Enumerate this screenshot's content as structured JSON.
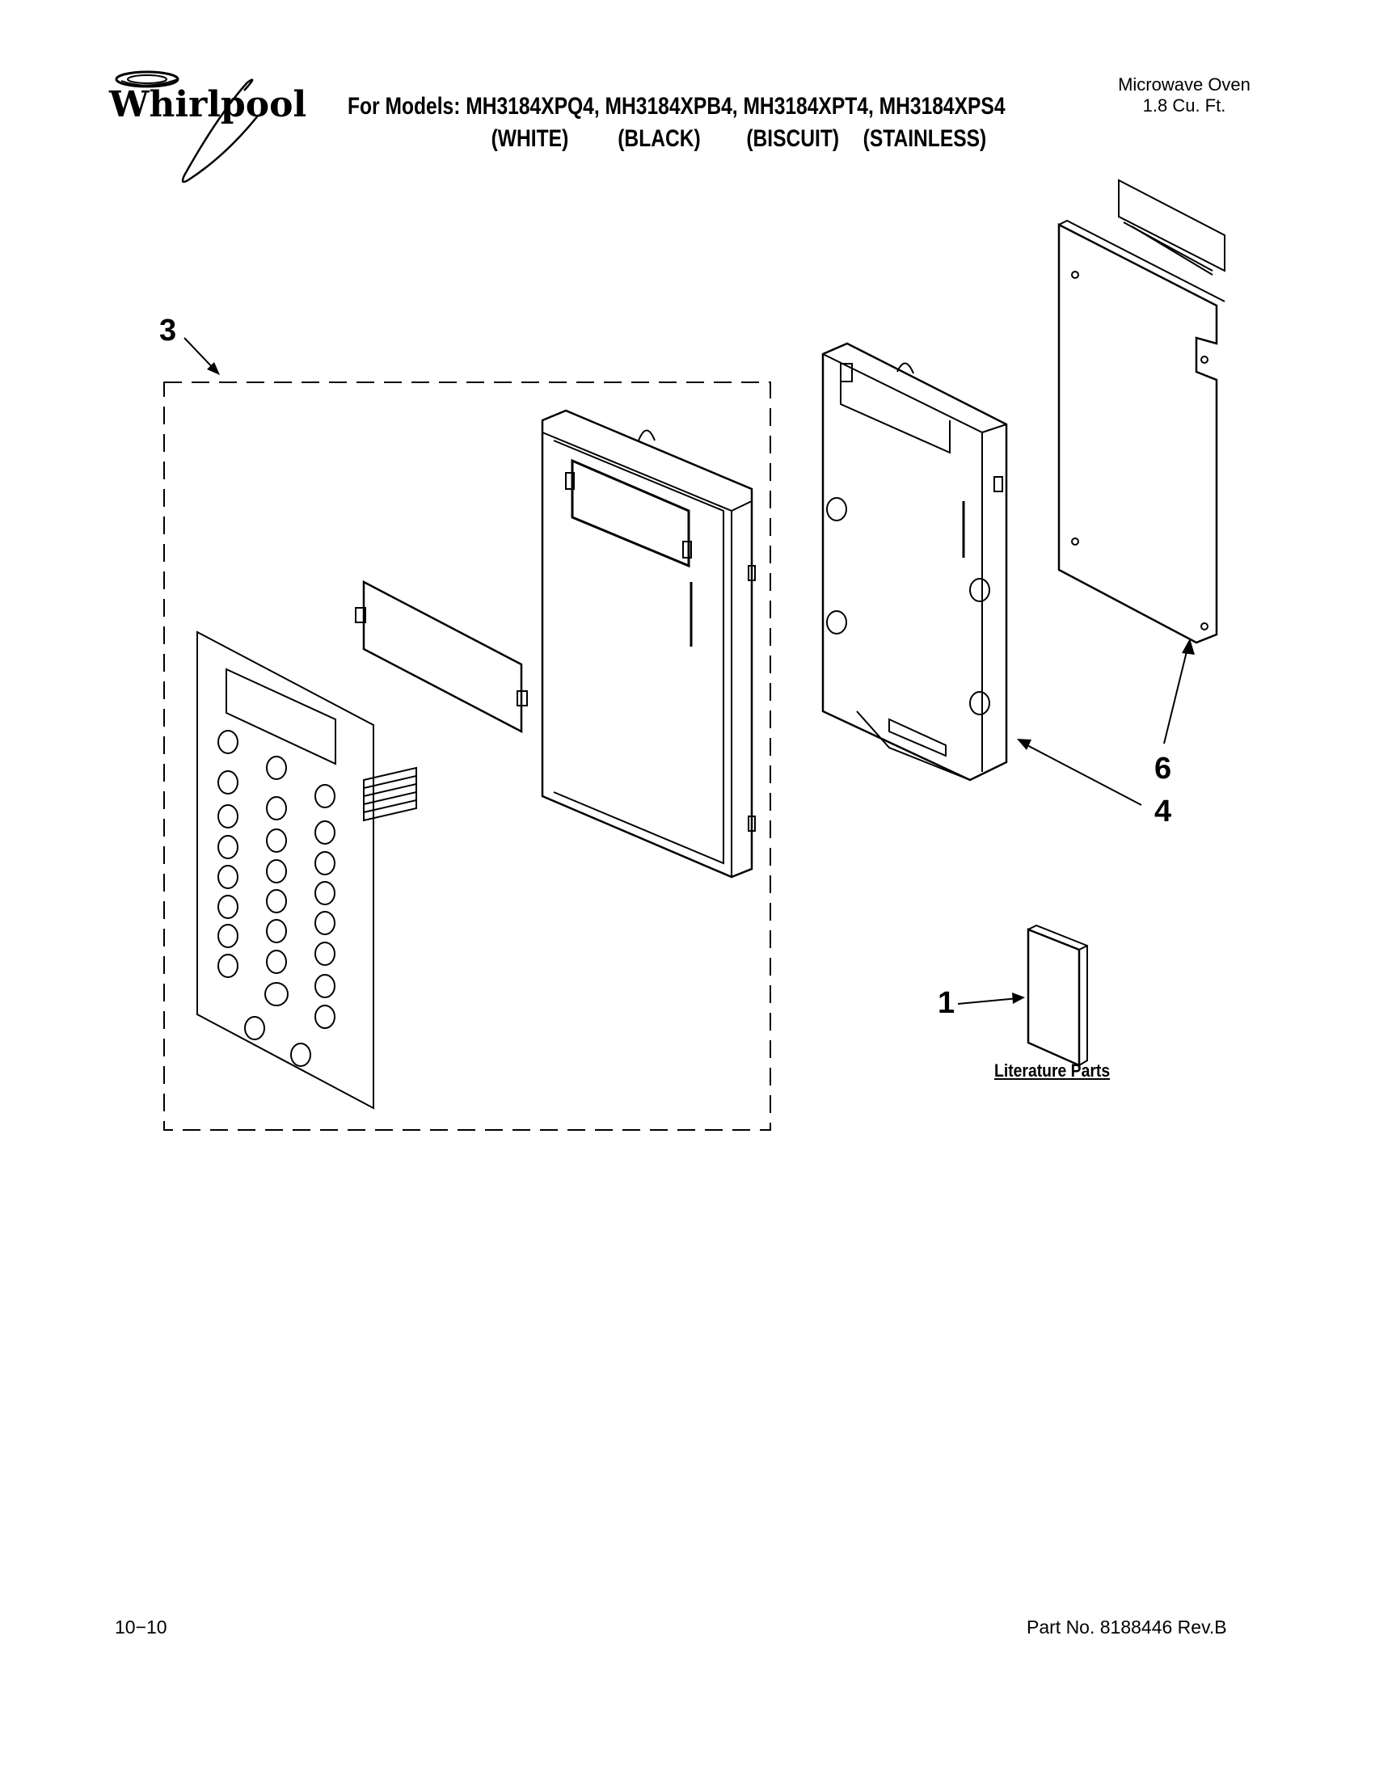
{
  "header": {
    "brand": "Whirlpool",
    "models_prefix": "For Models:",
    "models": "MH3184XPQ4, MH3184XPB4, MH3184XPT4, MH3184XPS4",
    "colors": [
      "(WHITE)",
      "(BLACK)",
      "(BISCUIT)",
      "(STAINLESS)"
    ],
    "product_line1": "Microwave Oven",
    "product_line2": "1.8 Cu. Ft."
  },
  "callouts": {
    "c3": "3",
    "c6": "6",
    "c4": "4",
    "c1": "1"
  },
  "literature_label": "Literature Parts",
  "footer": {
    "date": "10−10",
    "part_no": "Part No. 8188446 Rev.B"
  }
}
